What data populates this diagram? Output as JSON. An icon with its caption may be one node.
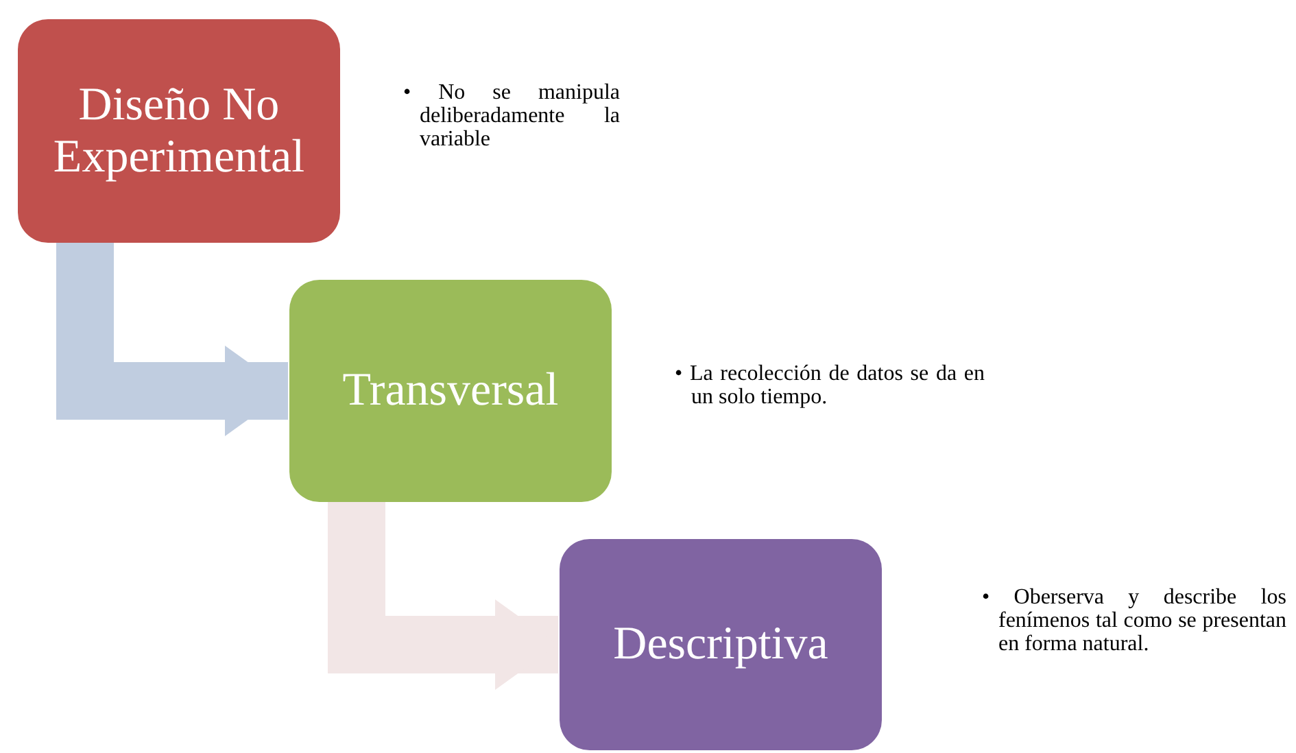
{
  "diagram": {
    "nodes": [
      {
        "text": [
          "Diseño No Experimental"
        ]
      },
      {
        "text": [
          "Transversal"
        ]
      },
      {
        "text": [
          "Descriptiva"
        ]
      }
    ],
    "edges": [
      {
        "from": 0,
        "to": 1,
        "arrow": "to",
        "color": "#c0cde0"
      },
      {
        "from": 1,
        "to": 2,
        "arrow": "to",
        "color": "#f2e6e6"
      }
    ],
    "labels": [
      "• No se manipula deliberadamente la variable",
      "• La recolección de datos se da en un solo tiempo.",
      "• Oberserva y describe los fenímenos tal como se presentan en forma natural."
    ]
  }
}
